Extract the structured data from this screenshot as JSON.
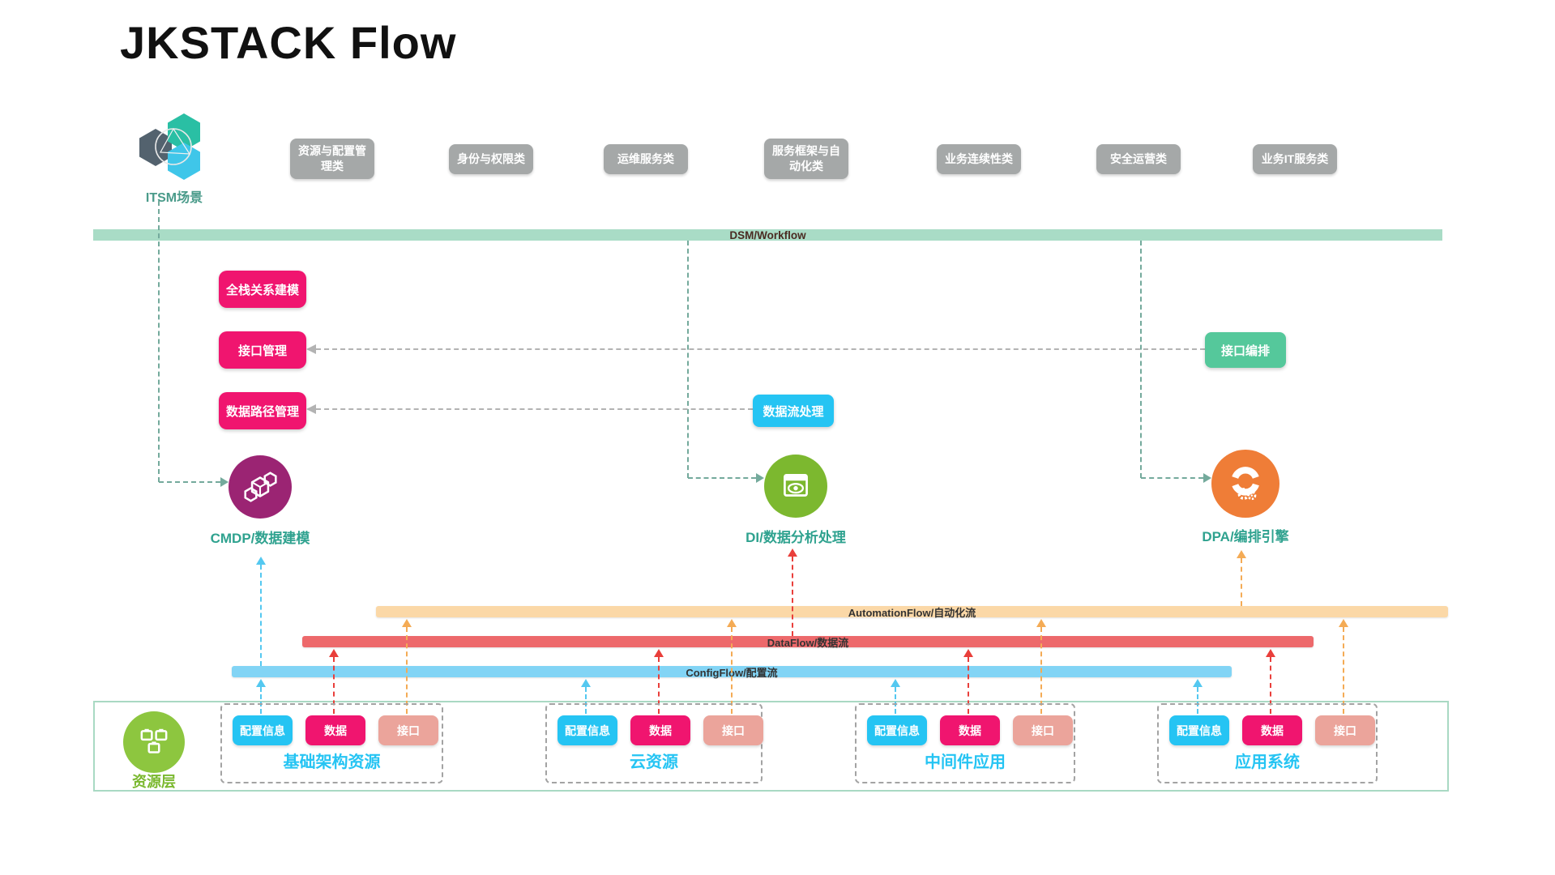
{
  "title": "JKSTACK Flow",
  "itsm_scene": {
    "label": "ITSM场景"
  },
  "categories": [
    "资源与配置管理类",
    "身份与权限类",
    "运维服务类",
    "服务框架与自动化类",
    "业务连续性类",
    "安全运营类",
    "业务IT服务类"
  ],
  "dsm_bar_label": "DSM/Workflow",
  "modules": {
    "full_stack": "全栈关系建模",
    "interface_mgmt": "接口管理",
    "data_path_mgmt": "数据路径管理",
    "stream_processing": "数据流处理",
    "orchestration": "接口编排"
  },
  "engines": {
    "cmdp": "CMDP/数据建模",
    "di": "DI/数据分析处理",
    "dpa": "DPA/编排引擎"
  },
  "flow_bars": {
    "automation": "AutomationFlow/自动化流",
    "data": "DataFlow/数据流",
    "config": "ConfigFlow/配置流"
  },
  "resource_layer": {
    "label": "资源层",
    "groups": [
      {
        "name": "基础架构资源",
        "chips": [
          "配置信息",
          "数据",
          "接口"
        ]
      },
      {
        "name": "云资源",
        "chips": [
          "配置信息",
          "数据",
          "接口"
        ]
      },
      {
        "name": "中间件应用",
        "chips": [
          "配置信息",
          "数据",
          "接口"
        ]
      },
      {
        "name": "应用系统",
        "chips": [
          "配置信息",
          "数据",
          "接口"
        ]
      }
    ]
  },
  "icons": {
    "itsm_logo": "hexagon-cluster",
    "cmdp": "cube-with-hexagons",
    "di": "window-with-eye",
    "dpa": "circular-arrows-with-gears",
    "resource_layer": "three-monitors"
  },
  "colors": {
    "gray_box": "#a5a8a8",
    "dsm_bar": "#a9dcc6",
    "pink": "#f0156f",
    "cyan": "#25c4f3",
    "green": "#55c89b",
    "purple": "#9b2473",
    "di_green": "#7cb82f",
    "orange": "#ef7d37",
    "peach_bar": "#fbd8a7",
    "red_bar": "#ed696b",
    "blue_bar": "#82d4f5",
    "salmon": "#eba49b",
    "teal_label": "#2fa28f",
    "resource_green": "#8dc63f",
    "line_teal": "#74aa9c",
    "line_gray": "#b3b3b3",
    "line_cyan": "#54c8f0",
    "line_red": "#e93f3b",
    "line_orange": "#f4ab55",
    "bar_text": "#4a2b22",
    "container_border": "#a9d9c3"
  }
}
